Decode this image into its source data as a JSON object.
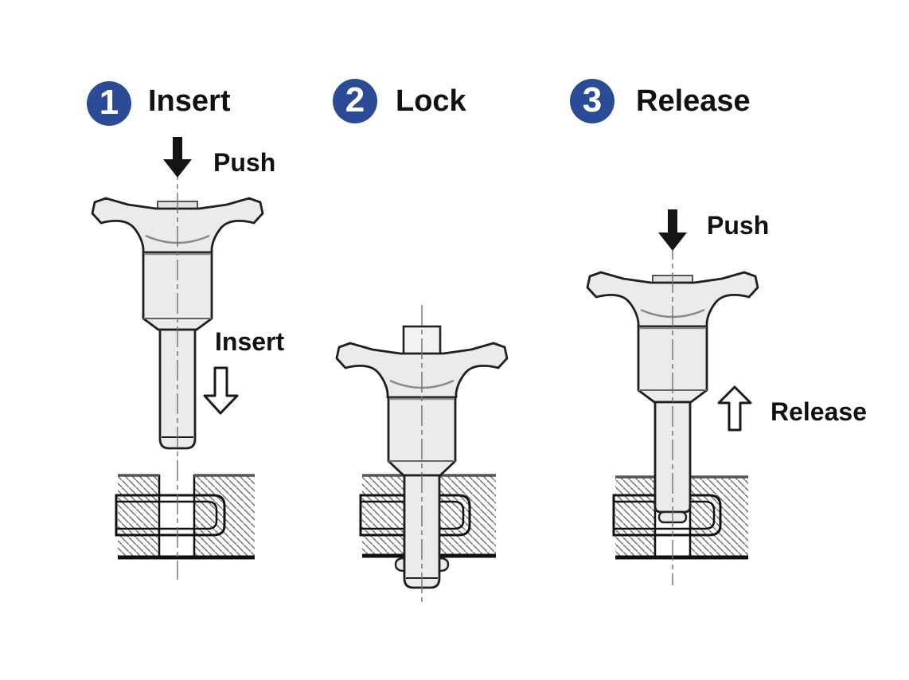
{
  "colors": {
    "accent": "#2b4b97",
    "pin_fill": "#ebebeb",
    "line": "#1a1a1a",
    "background": "#ffffff"
  },
  "steps": [
    {
      "number": "1",
      "title": "Insert",
      "push_label": "Push",
      "action_label": "Insert"
    },
    {
      "number": "2",
      "title": "Lock"
    },
    {
      "number": "3",
      "title": "Release",
      "push_label": "Push",
      "action_label": "Release"
    }
  ],
  "icons": {
    "step_badge": "numbered-circle",
    "push_arrow": "solid-down-arrow",
    "insert_arrow": "outline-down-arrow",
    "release_arrow": "outline-up-arrow"
  }
}
